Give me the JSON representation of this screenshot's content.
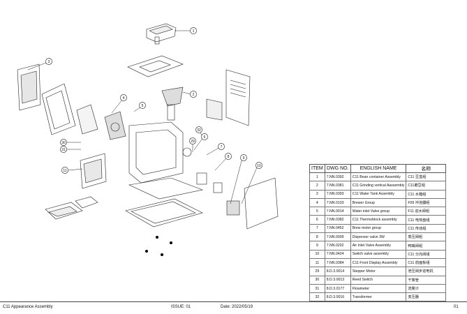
{
  "callouts": [
    "1",
    "2",
    "3",
    "4",
    "5",
    "6",
    "7",
    "8",
    "9",
    "10",
    "11",
    "29",
    "30",
    "31",
    "32"
  ],
  "bom": {
    "headers": [
      "ITEM",
      "DWG NO.",
      "ENGLISH NAME",
      "名称"
    ],
    "rows": [
      {
        "item": "1",
        "dwg": "7.NN.0392",
        "name": "C11 Bean container Assembly",
        "cn": "C11 豆盒组"
      },
      {
        "item": "2",
        "dwg": "7.NN.0381",
        "name": "C11 Grinding vertical Aassembly",
        "cn": "C11磨豆组"
      },
      {
        "item": "3",
        "dwg": "7.NN.0393",
        "name": "C11 Water Tank Assembly",
        "cn": "C11 水箱组"
      },
      {
        "item": "4",
        "dwg": "7.NN.0103",
        "name": "Brewer Group",
        "cn": "F09 冲泡器组"
      },
      {
        "item": "5",
        "dwg": "7.NN.0014",
        "name": "Water inlet Valve group",
        "cn": "F11 进水阀组"
      },
      {
        "item": "6",
        "dwg": "7.NN.0382",
        "name": "C11 Thermoblock assembly",
        "cn": "C11 电热盘组"
      },
      {
        "item": "7",
        "dwg": "7.NN.0452",
        "name": "Brew motor group",
        "cn": "C11 传动组"
      },
      {
        "item": "8",
        "dwg": "7.NN.0009",
        "name": "Dispenser valve 3W",
        "cn": "蒸压阀组"
      },
      {
        "item": "9",
        "dwg": "7.NN.0202",
        "name": "Air Inlet Valve Assembly",
        "cn": "鸭嘴阀组"
      },
      {
        "item": "10",
        "dwg": "7.NN.0424",
        "name": "Switch valve assembly",
        "cn": "C11 分向阀组"
      },
      {
        "item": "11",
        "dwg": "7.NN.0384",
        "name": "C11 Front Display Assembly",
        "cn": "C11 前面板组"
      },
      {
        "item": "29",
        "dwg": "8.D.3.0014",
        "name": "Stepper Motor",
        "cn": "泄压阀步进电机"
      },
      {
        "item": "30",
        "dwg": "8.D.3.0013",
        "name": "Reed Switch",
        "cn": "干簧管"
      },
      {
        "item": "31",
        "dwg": "8.D.3.0177",
        "name": "Flowmeter",
        "cn": "流量计"
      },
      {
        "item": "32",
        "dwg": "8.D.3.0016",
        "name": "Transformer",
        "cn": "变压器"
      }
    ]
  },
  "footer": {
    "title": "C11 Appearance Assembly",
    "issue": "ISSUE: 01",
    "date": "Date:  2022/05/19",
    "page": "01"
  }
}
